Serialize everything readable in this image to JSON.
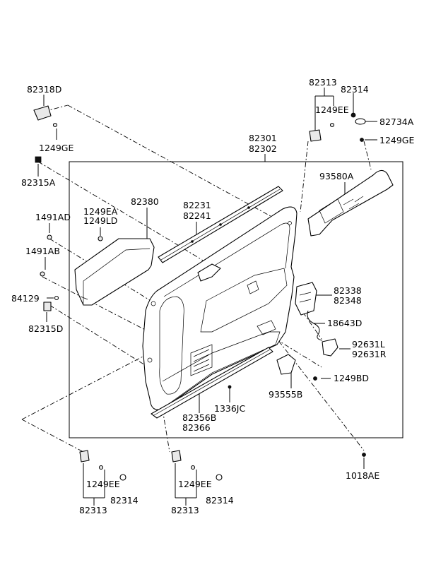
{
  "labels": {
    "l_82318D": "82318D",
    "l_1249GE_a": "1249GE",
    "l_82315A": "82315A",
    "l_82313_top": "82313",
    "l_82314_top": "82314",
    "l_1249EE_top": "1249EE",
    "l_82734A": "82734A",
    "l_1249GE_b": "1249GE",
    "l_82301": "82301",
    "l_82302": "82302",
    "l_93580A": "93580A",
    "l_82380": "82380",
    "l_82231": "82231",
    "l_82241": "82241",
    "l_1249EA": "1249EA",
    "l_1249LD": "1249LD",
    "l_1491AD": "1491AD",
    "l_1491AB": "1491AB",
    "l_84129": "84129",
    "l_82315D": "82315D",
    "l_82338": "82338",
    "l_82348": "82348",
    "l_18643D": "18643D",
    "l_92631L": "92631L",
    "l_92631R": "92631R",
    "l_1249BD": "1249BD",
    "l_93555B": "93555B",
    "l_1336JC": "1336JC",
    "l_82356B": "82356B",
    "l_82366": "82366",
    "l_1018AE": "1018AE",
    "l_1249EE_bl": "1249EE",
    "l_82314_bl": "82314",
    "l_82313_bl": "82313",
    "l_1249EE_bm": "1249EE",
    "l_82314_bm": "82314",
    "l_82313_bm": "82313"
  }
}
